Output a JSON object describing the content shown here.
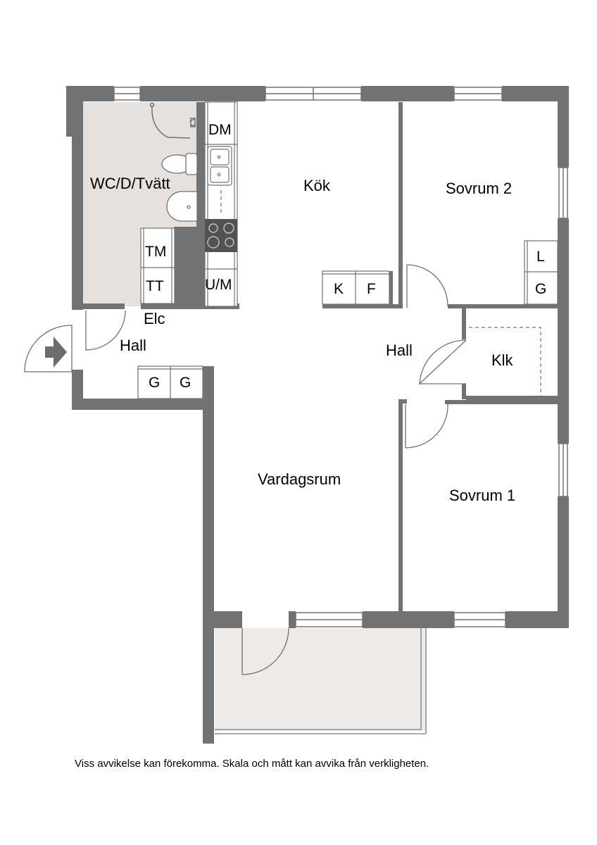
{
  "colors": {
    "wall": "#707274",
    "wet_room_floor": "#e6e1dd",
    "balcony_floor": "#edeae7",
    "line": "#6f7173",
    "background": "#ffffff"
  },
  "rooms": {
    "wc": "WC/D/Tvätt",
    "kitchen": "Kök",
    "bedroom2": "Sovrum 2",
    "hall_entrance": "Hall",
    "hall_inner": "Hall",
    "closet": "Klk",
    "living": "Vardagsrum",
    "bedroom1": "Sovrum 1",
    "electric": "Elc"
  },
  "appliances": {
    "dishwasher": "DM",
    "washing_machine": "TM",
    "tumble_dryer": "TT",
    "oven_microwave": "U/M",
    "fridge": "K",
    "freezer": "F",
    "wardrobe_l": "L",
    "wardrobe_g_bedroom": "G",
    "wardrobe_g_hall_1": "G",
    "wardrobe_g_hall_2": "G"
  },
  "icons": {
    "entrance": "entrance-arrow-icon"
  },
  "footer": {
    "disclaimer": "Viss avvikelse kan förekomma. Skala och mått kan avvika från verkligheten."
  }
}
